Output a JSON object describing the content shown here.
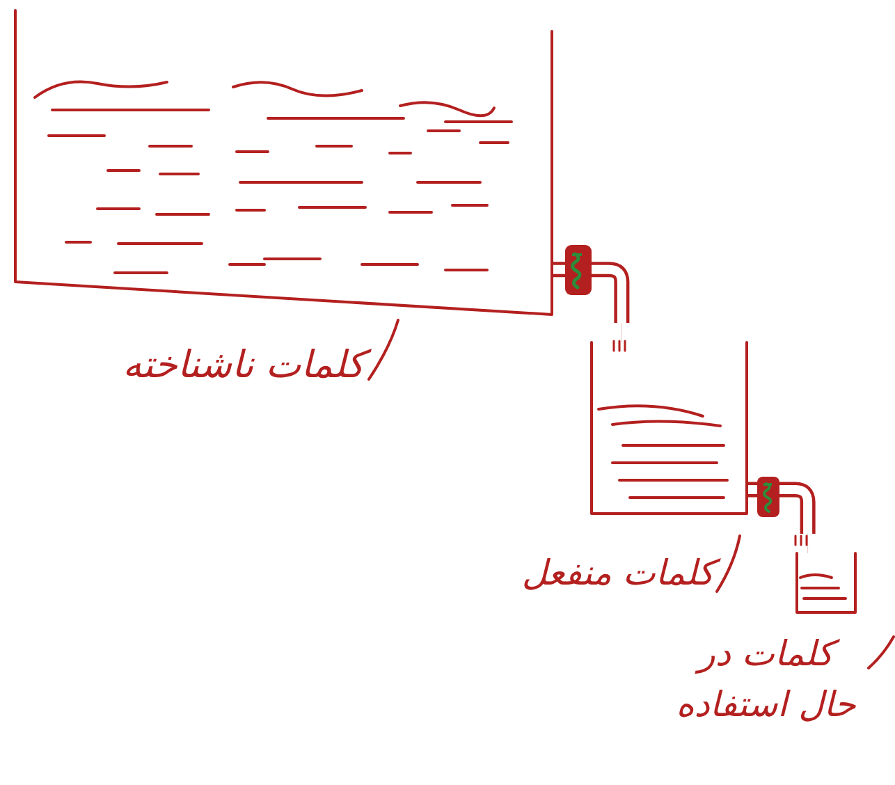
{
  "diagram": {
    "nodes": [
      {
        "text": [
          "کلمات ناشناخته"
        ]
      },
      {
        "text": [
          "کلمات منفعل"
        ]
      },
      {
        "text": [
          "کلمات در حال استفاده"
        ]
      }
    ],
    "edges": [
      {
        "from": 0,
        "to": 1,
        "arrow": "none"
      },
      {
        "from": 1,
        "to": 2,
        "arrow": "none"
      }
    ]
  }
}
